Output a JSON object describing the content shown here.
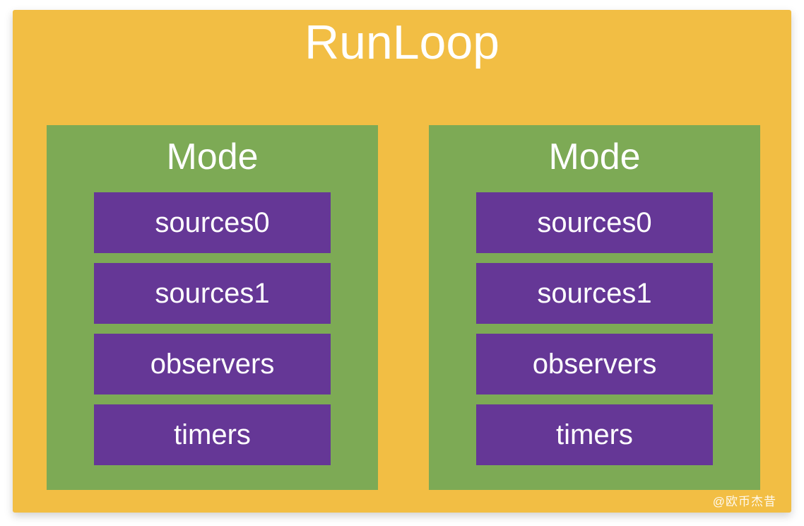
{
  "diagram": {
    "title": "RunLoop",
    "modes": [
      {
        "label": "Mode",
        "items": [
          "sources0",
          "sources1",
          "observers",
          "timers"
        ]
      },
      {
        "label": "Mode",
        "items": [
          "sources0",
          "sources1",
          "observers",
          "timers"
        ]
      }
    ],
    "watermark": "@欧币杰昔",
    "colors": {
      "canvas": "#F2BE44",
      "mode_box": "#7DAA55",
      "item_box": "#653796",
      "text": "#FFFFFF"
    }
  }
}
